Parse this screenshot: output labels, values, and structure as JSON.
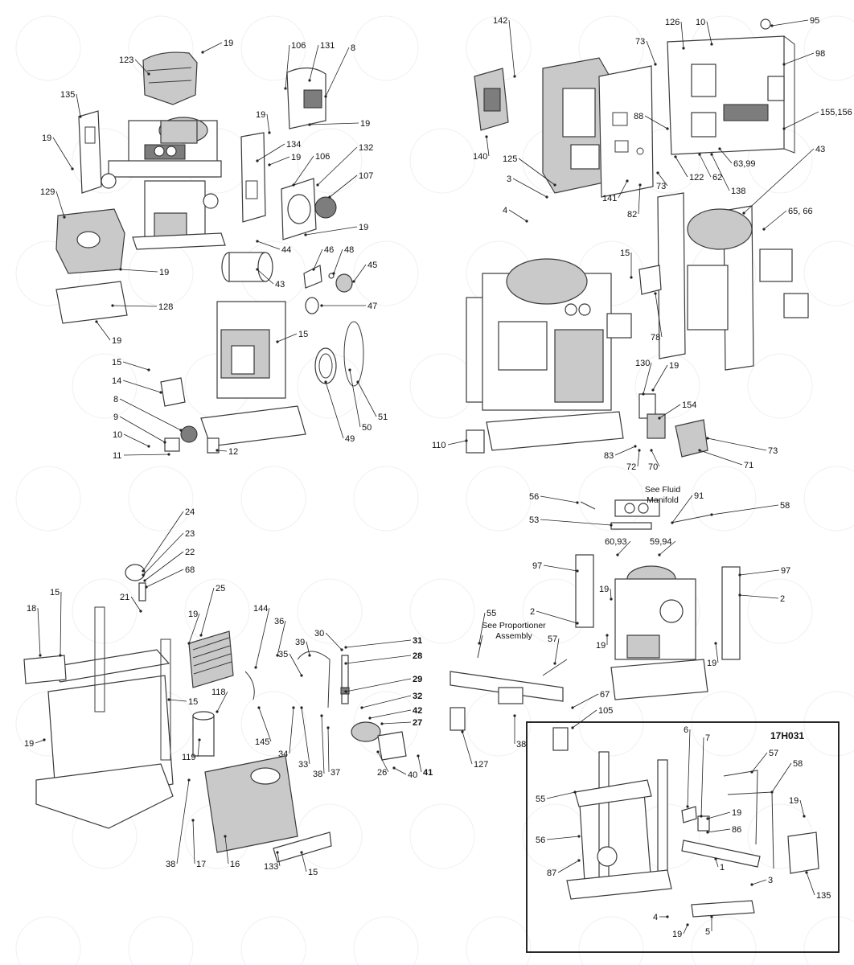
{
  "diagram": {
    "inset_title": "17H031",
    "notes": {
      "see_fluid_manifold": [
        "See Fluid",
        "Manifold"
      ],
      "see_proportioner_assembly": [
        "See Proportioner",
        "Assembly"
      ]
    },
    "callouts": {
      "q1": [
        "19",
        "123",
        "135",
        "19",
        "106",
        "131",
        "8",
        "19",
        "19",
        "134",
        "19",
        "106",
        "132",
        "107",
        "19",
        "129",
        "19",
        "128",
        "19",
        "44",
        "46",
        "48",
        "45",
        "43",
        "47",
        "15",
        "15",
        "14",
        "8",
        "9",
        "10",
        "11",
        "12",
        "49",
        "50",
        "51"
      ],
      "q2": [
        "142",
        "73",
        "126",
        "10",
        "95",
        "98",
        "88",
        "155,156",
        "63,99",
        "122",
        "62",
        "138",
        "140",
        "125",
        "3",
        "141",
        "82",
        "73",
        "43",
        "65, 66",
        "4",
        "15",
        "78",
        "130",
        "19",
        "154",
        "110",
        "83",
        "72",
        "70",
        "71",
        "73"
      ],
      "q3": [
        "24",
        "23",
        "22",
        "68",
        "21",
        "25",
        "15",
        "18",
        "19",
        "144",
        "36",
        "30",
        "31",
        "39",
        "35",
        "28",
        "29",
        "32",
        "42",
        "27",
        "41",
        "40",
        "26",
        "37",
        "38",
        "33",
        "34",
        "145",
        "119",
        "118",
        "15",
        "19",
        "38",
        "17",
        "16",
        "133",
        "15"
      ],
      "q4": [
        "56",
        "See Fluid Manifold",
        "91",
        "58",
        "53",
        "60,93",
        "59,94",
        "97",
        "97",
        "2",
        "2",
        "55",
        "57",
        "19",
        "19",
        "19",
        "67",
        "105",
        "38",
        "127"
      ],
      "inset": [
        "6",
        "7",
        "57",
        "58",
        "19",
        "19",
        "86",
        "55",
        "56",
        "87",
        "1",
        "3",
        "4",
        "19",
        "5",
        "135"
      ]
    }
  }
}
